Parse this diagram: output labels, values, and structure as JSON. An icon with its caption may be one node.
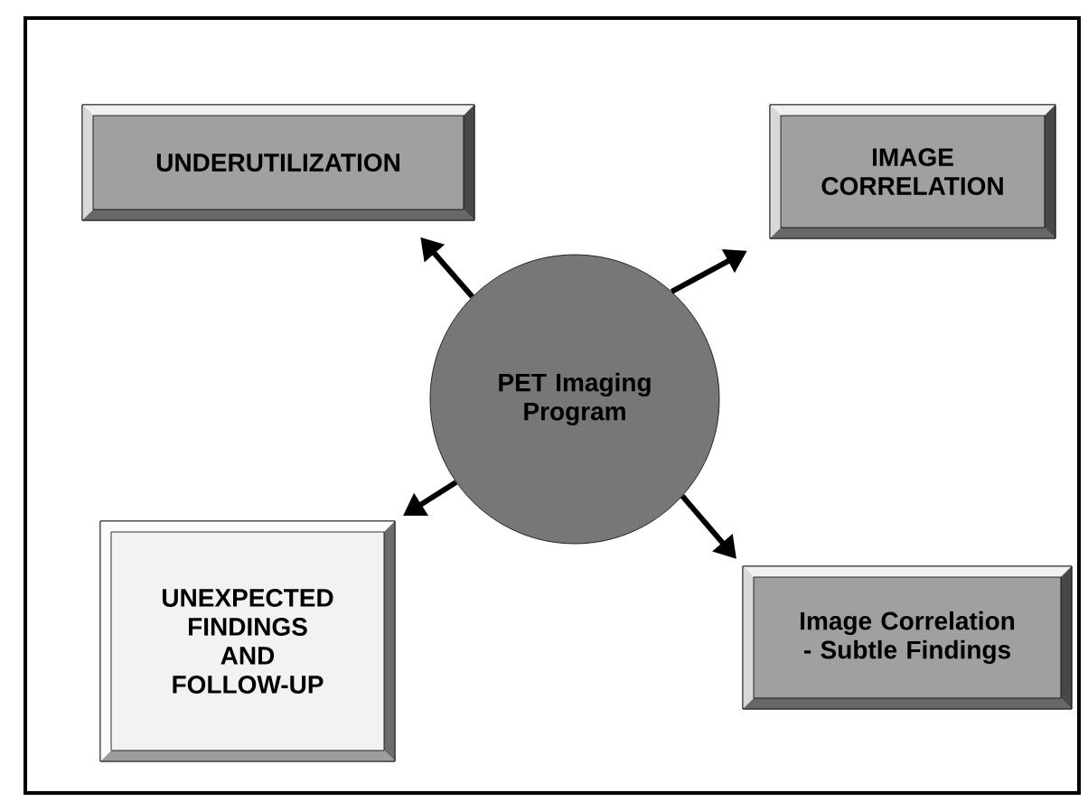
{
  "diagram": {
    "nodes": [
      {
        "text": [
          "PET Imaging Program"
        ]
      },
      {
        "text": [
          "UNDERUTILIZATION"
        ]
      },
      {
        "text": [
          "IMAGE CORRELATION"
        ]
      },
      {
        "text": [
          "UNEXPECTED FINDINGS AND FOLLOW-UP"
        ]
      },
      {
        "text": [
          "Image Correlation - Subtle Findings"
        ]
      }
    ],
    "edges": [
      {
        "from": 0,
        "to": 1,
        "arrow": "to"
      },
      {
        "from": 0,
        "to": 2,
        "arrow": "to"
      },
      {
        "from": 0,
        "to": 3,
        "arrow": "to"
      },
      {
        "from": 0,
        "to": 4,
        "arrow": "to"
      }
    ]
  }
}
